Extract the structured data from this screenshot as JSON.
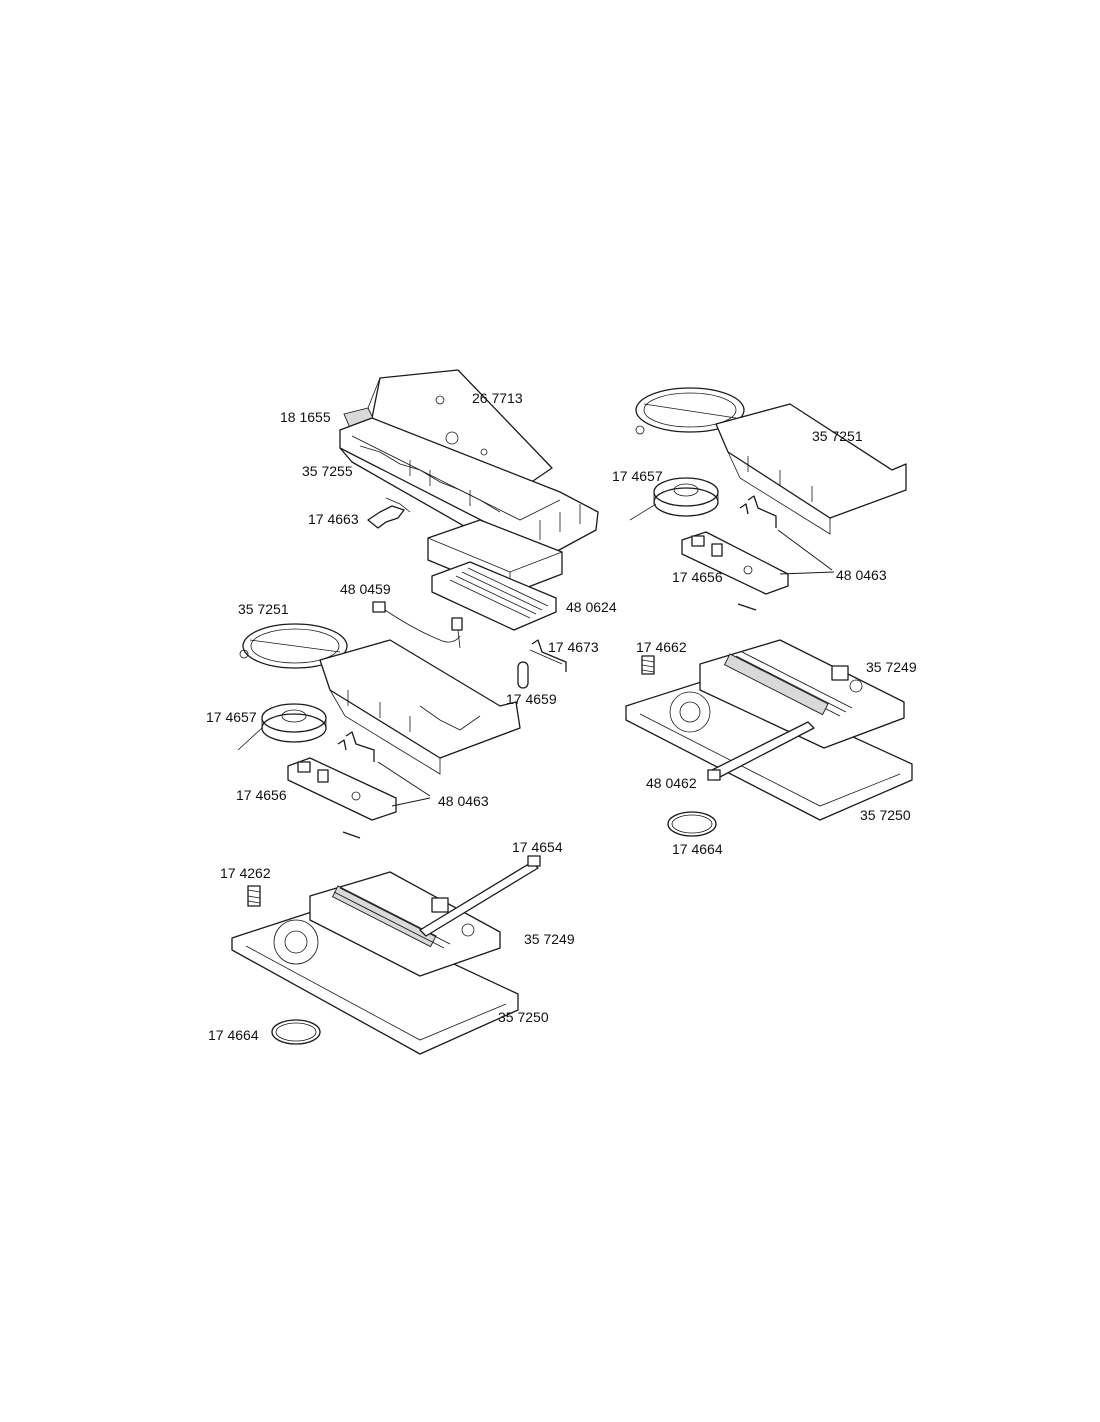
{
  "labels": {
    "l_267713": "26 7713",
    "l_181655": "18 1655",
    "l_357255": "35 7255",
    "l_174663": "17 4663",
    "l_480459": "48 0459",
    "l_480624": "48 0624",
    "l_357251_a": "35 7251",
    "l_174673": "17 4673",
    "l_174659": "17 4659",
    "l_174657_a": "17 4657",
    "l_174656_a": "17 4656",
    "l_480463_a": "48 0463",
    "l_174654": "17 4654",
    "l_174262": "17 4262",
    "l_357249_a": "35 7249",
    "l_357250_a": "35 7250",
    "l_174664_a": "17 4664",
    "l_357251_b": "35 7251",
    "l_174657_b": "17 4657",
    "l_174656_b": "17 4656",
    "l_480463_b": "48 0463",
    "l_174662": "17 4662",
    "l_357249_b": "35 7249",
    "l_480462": "48 0462",
    "l_357250_b": "35 7250",
    "l_174664_b": "17 4664"
  }
}
